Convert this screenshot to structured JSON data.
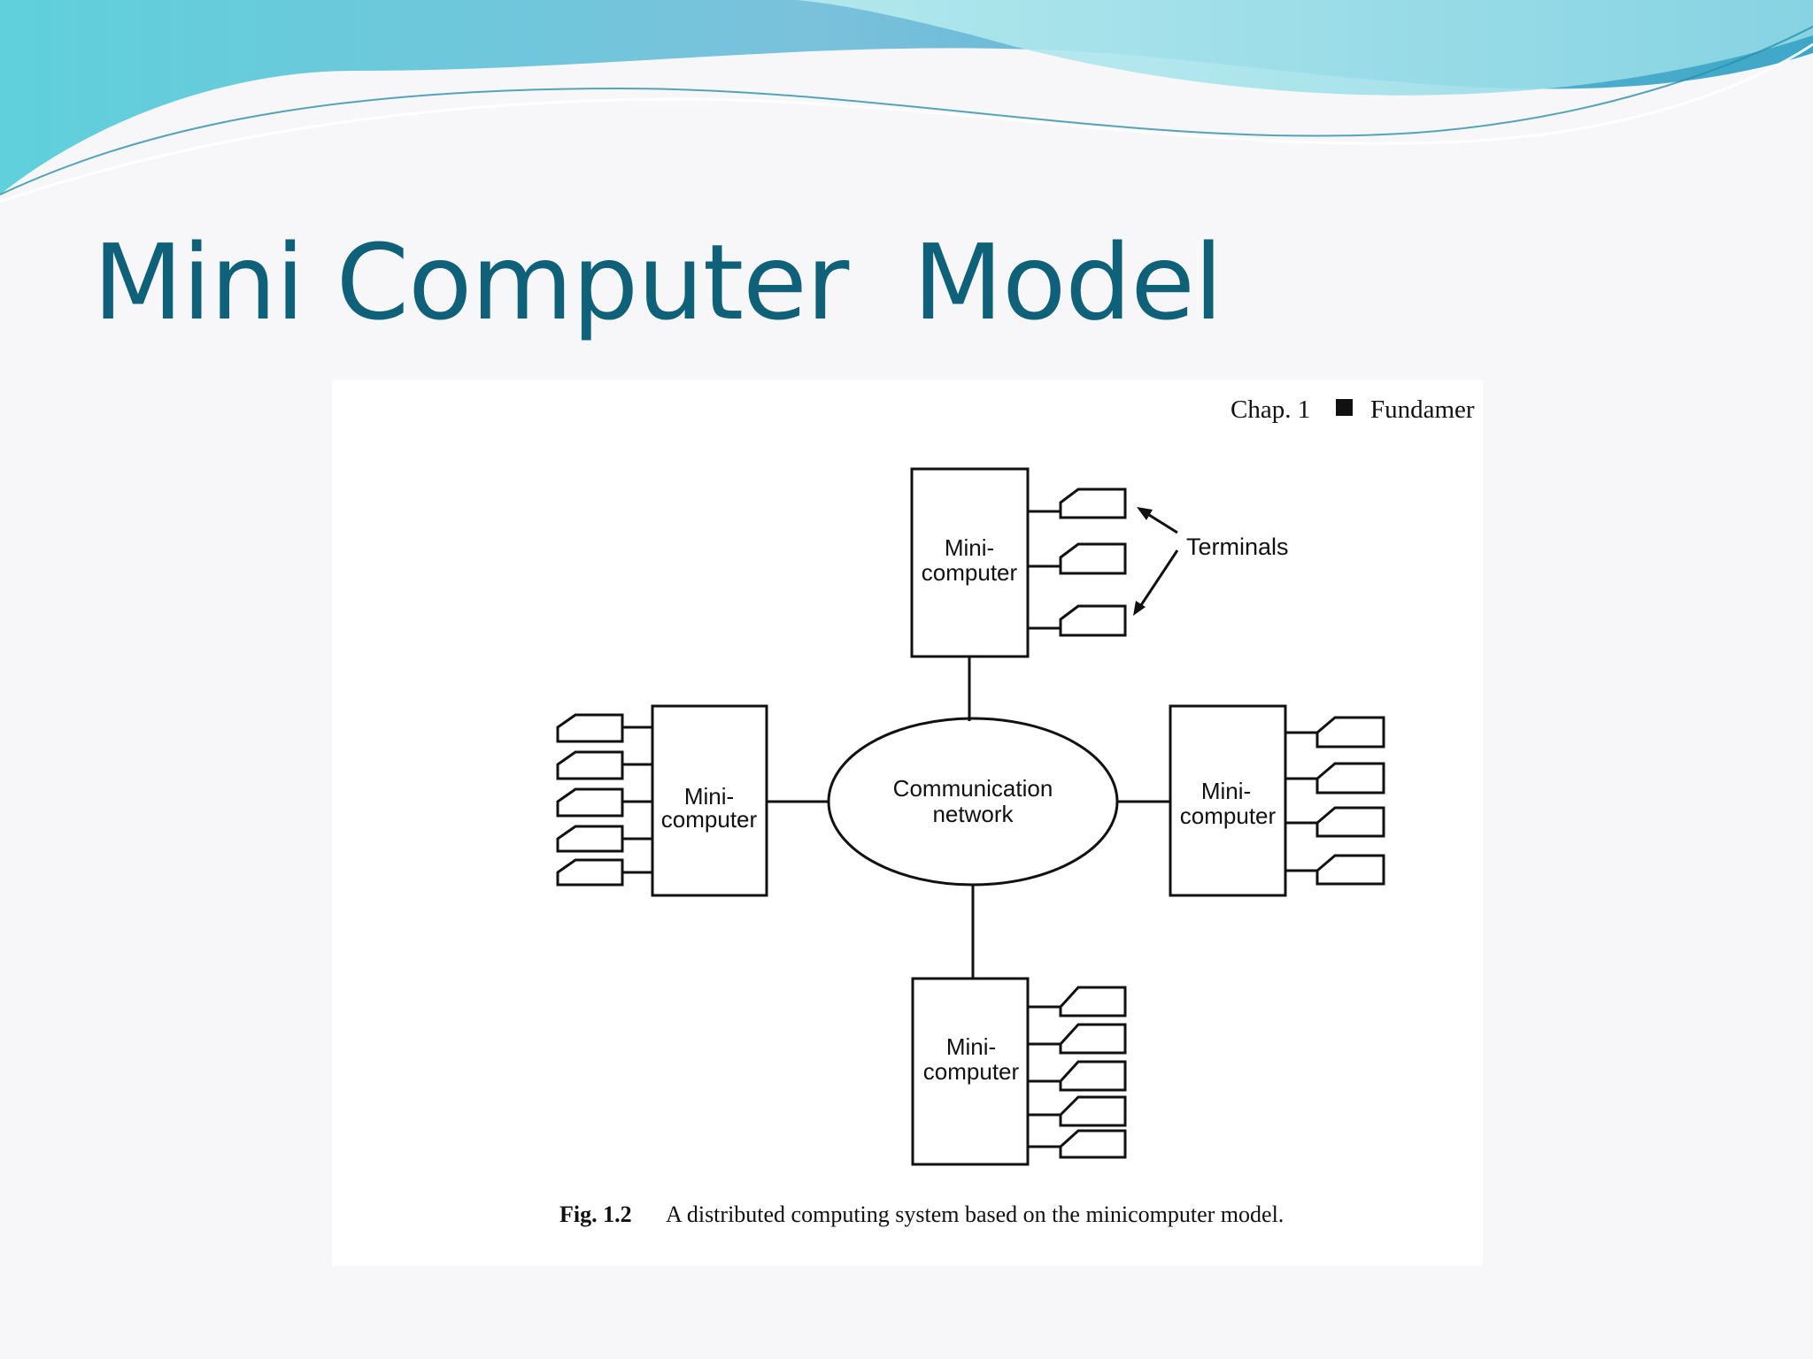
{
  "slide": {
    "title": "Mini Computer  Model"
  },
  "figure": {
    "header_chap": "Chap. 1",
    "header_section": "Fundamer",
    "network_label_line1": "Communication",
    "network_label_line2": "network",
    "node_label_line1": "Mini-",
    "node_label_line2": "computer",
    "terminals_label": "Terminals",
    "caption_number": "Fig. 1.2",
    "caption_text": "A distributed computing system based on the minicomputer model."
  },
  "colors": {
    "title": "#0e6178",
    "banner_light": "#a9e3ea",
    "banner_mid": "#58c9d8",
    "banner_dark": "#2a9bb8",
    "ink": "#111111"
  }
}
